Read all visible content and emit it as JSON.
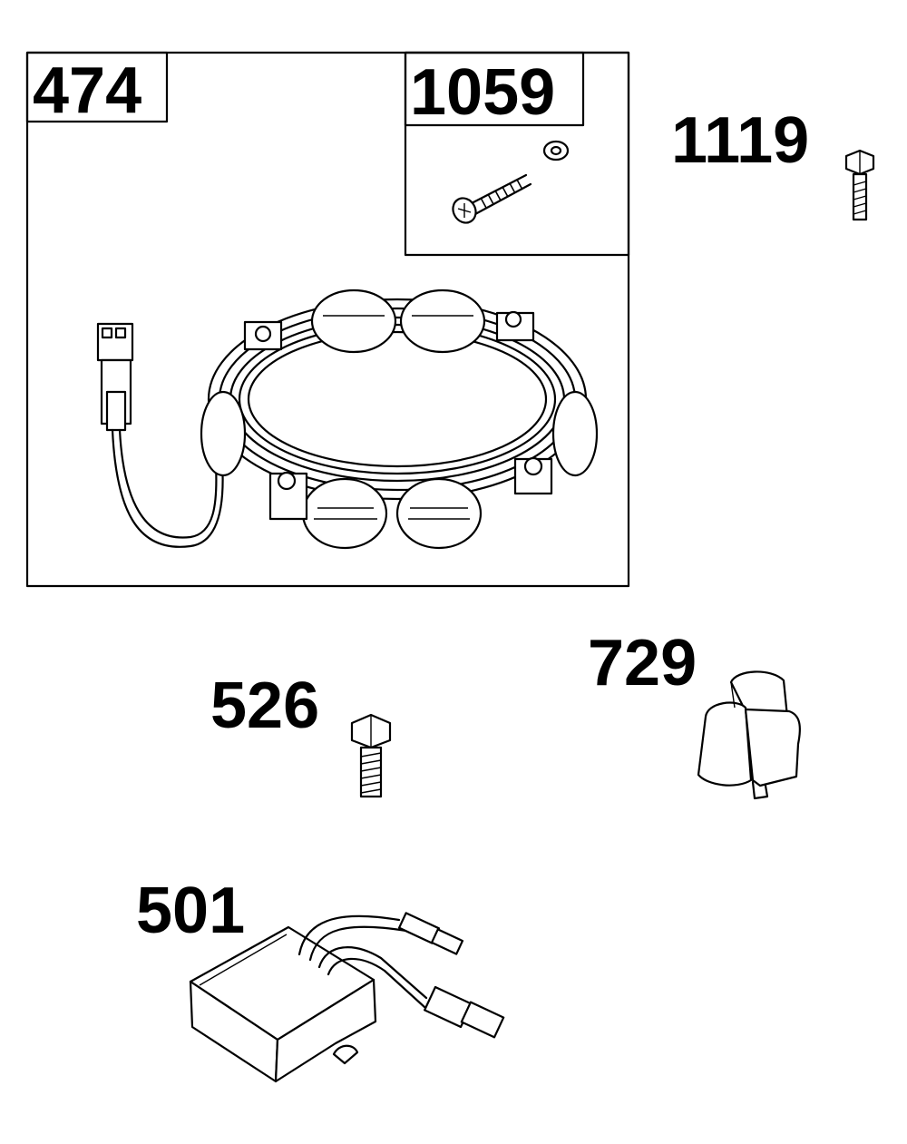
{
  "parts": {
    "p474": "474",
    "p1059": "1059",
    "p1119": "1119",
    "p526": "526",
    "p729": "729",
    "p501": "501"
  },
  "icons": {
    "stator": "stator-icon",
    "screw_kit": "screw-washer-icon",
    "bolt": "bolt-icon",
    "clip": "clip-icon",
    "regulator": "regulator-icon"
  }
}
